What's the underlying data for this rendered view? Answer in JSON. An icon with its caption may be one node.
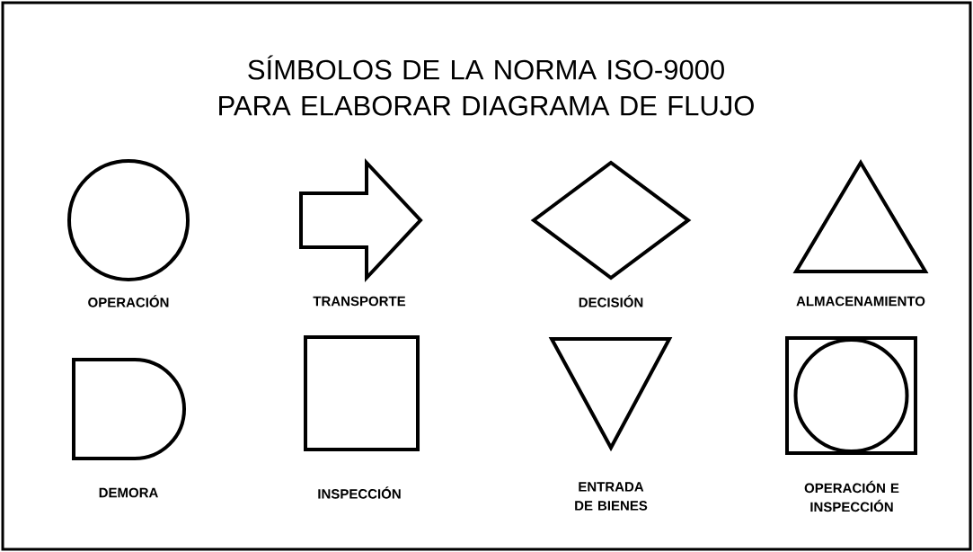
{
  "diagram": {
    "title": "SÍMBOLOS DE LA NORMA ISO-9000 PARA ELABORAR DIAGRAMA DE FLUJO",
    "nodes": [
      {
        "text": [
          "OPERACIÓN"
        ]
      },
      {
        "text": [
          "TRANSPORTE"
        ]
      },
      {
        "text": [
          "DECISIÓN"
        ]
      },
      {
        "text": [
          "ALMACENAMIENTO"
        ]
      },
      {
        "text": [
          "DEMORA"
        ]
      },
      {
        "text": [
          "INSPECCIÓN"
        ]
      },
      {
        "text": [
          "ENTRADA DE BIENES"
        ]
      },
      {
        "text": [
          "OPERACIÓN E INSPECCIÓN"
        ]
      }
    ]
  }
}
